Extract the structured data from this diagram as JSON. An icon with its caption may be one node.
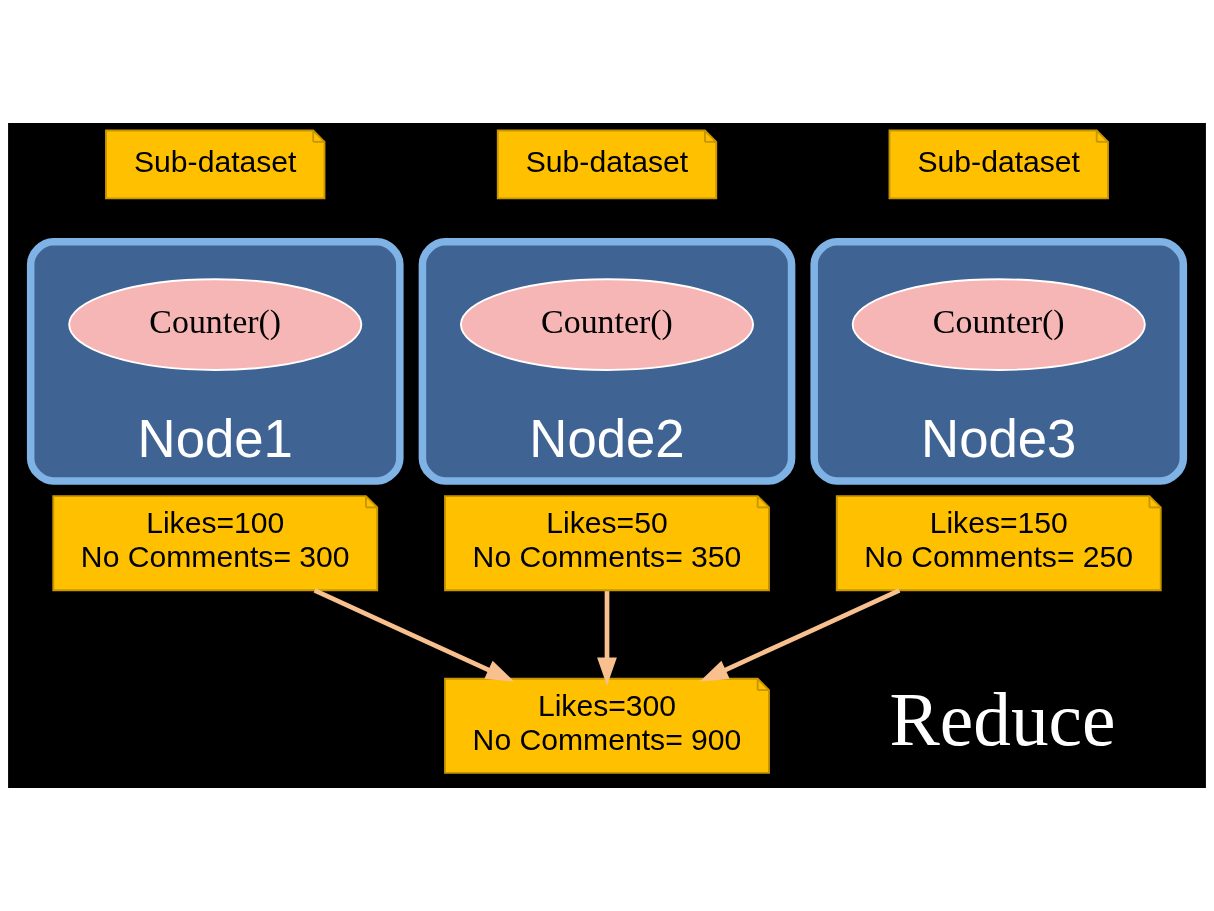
{
  "diagram": {
    "nodes": [
      {
        "text": [
          "Sub-dataset"
        ]
      },
      {
        "text": [
          "Sub-dataset"
        ]
      },
      {
        "text": [
          "Sub-dataset"
        ]
      },
      {
        "text": [
          "Node1"
        ]
      },
      {
        "text": [
          "Counter()"
        ],
        "in": 3
      },
      {
        "text": [
          "Node2"
        ]
      },
      {
        "text": [
          "Counter()"
        ],
        "in": 5
      },
      {
        "text": [
          "Node3"
        ]
      },
      {
        "text": [
          "Counter()"
        ],
        "in": 7
      },
      {
        "text": [
          "Likes=100",
          "No Comments= 300"
        ]
      },
      {
        "text": [
          "Likes=50",
          "No Comments= 350"
        ]
      },
      {
        "text": [
          "Likes=150",
          "No Comments= 250"
        ]
      },
      {
        "text": [
          "Likes=300",
          "No Comments= 900"
        ]
      }
    ],
    "edges": [
      {
        "from": 9,
        "to": 12,
        "arrow": "to"
      },
      {
        "from": 10,
        "to": 12,
        "arrow": "to"
      },
      {
        "from": 11,
        "to": 12,
        "arrow": "to"
      }
    ],
    "labels": [
      "Reduce"
    ]
  }
}
